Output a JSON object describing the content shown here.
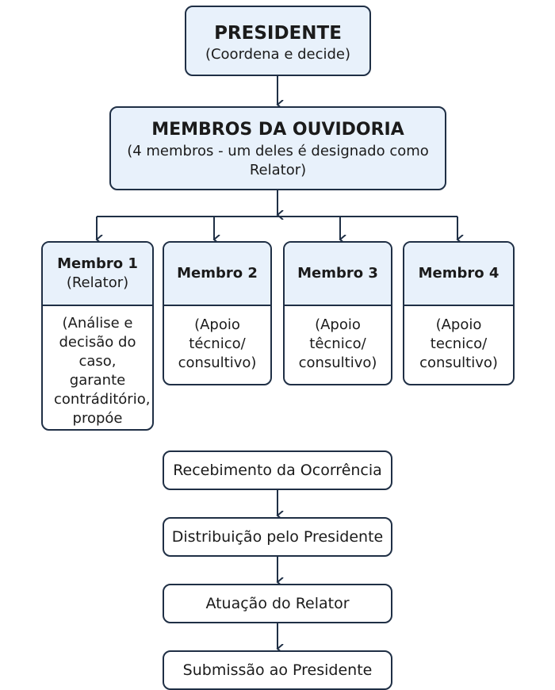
{
  "president": {
    "title": "PRESIDENTE",
    "subtitle": "(Coordena e decide)"
  },
  "ombudsman_members": {
    "title": "MEMBROS DA OUVIDORIA",
    "subtitle": "(4 membros - um deles é designado como Relator)"
  },
  "members": [
    {
      "name": "Membro 1",
      "role": "(Relator)",
      "description": "(Análise e decisão do caso, garante contráditório, propóe medidas)"
    },
    {
      "name": "Membro 2",
      "description": "(Apoio técnico/ consultivo)"
    },
    {
      "name": "Membro 3",
      "description": "(Apoio têcnico/ consultivo)"
    },
    {
      "name": "Membro 4",
      "description": "(Apoio tecnico/ consultivo)"
    }
  ],
  "flow_steps": [
    "Recebimento da Ocorrência",
    "Distribuição pelo Presidente",
    "Atuação do Relator",
    "Submissão ao Presidente"
  ],
  "colors": {
    "border": "#1f2f45",
    "header_fill": "#e8f1fb",
    "connector": "#1f2f45"
  }
}
